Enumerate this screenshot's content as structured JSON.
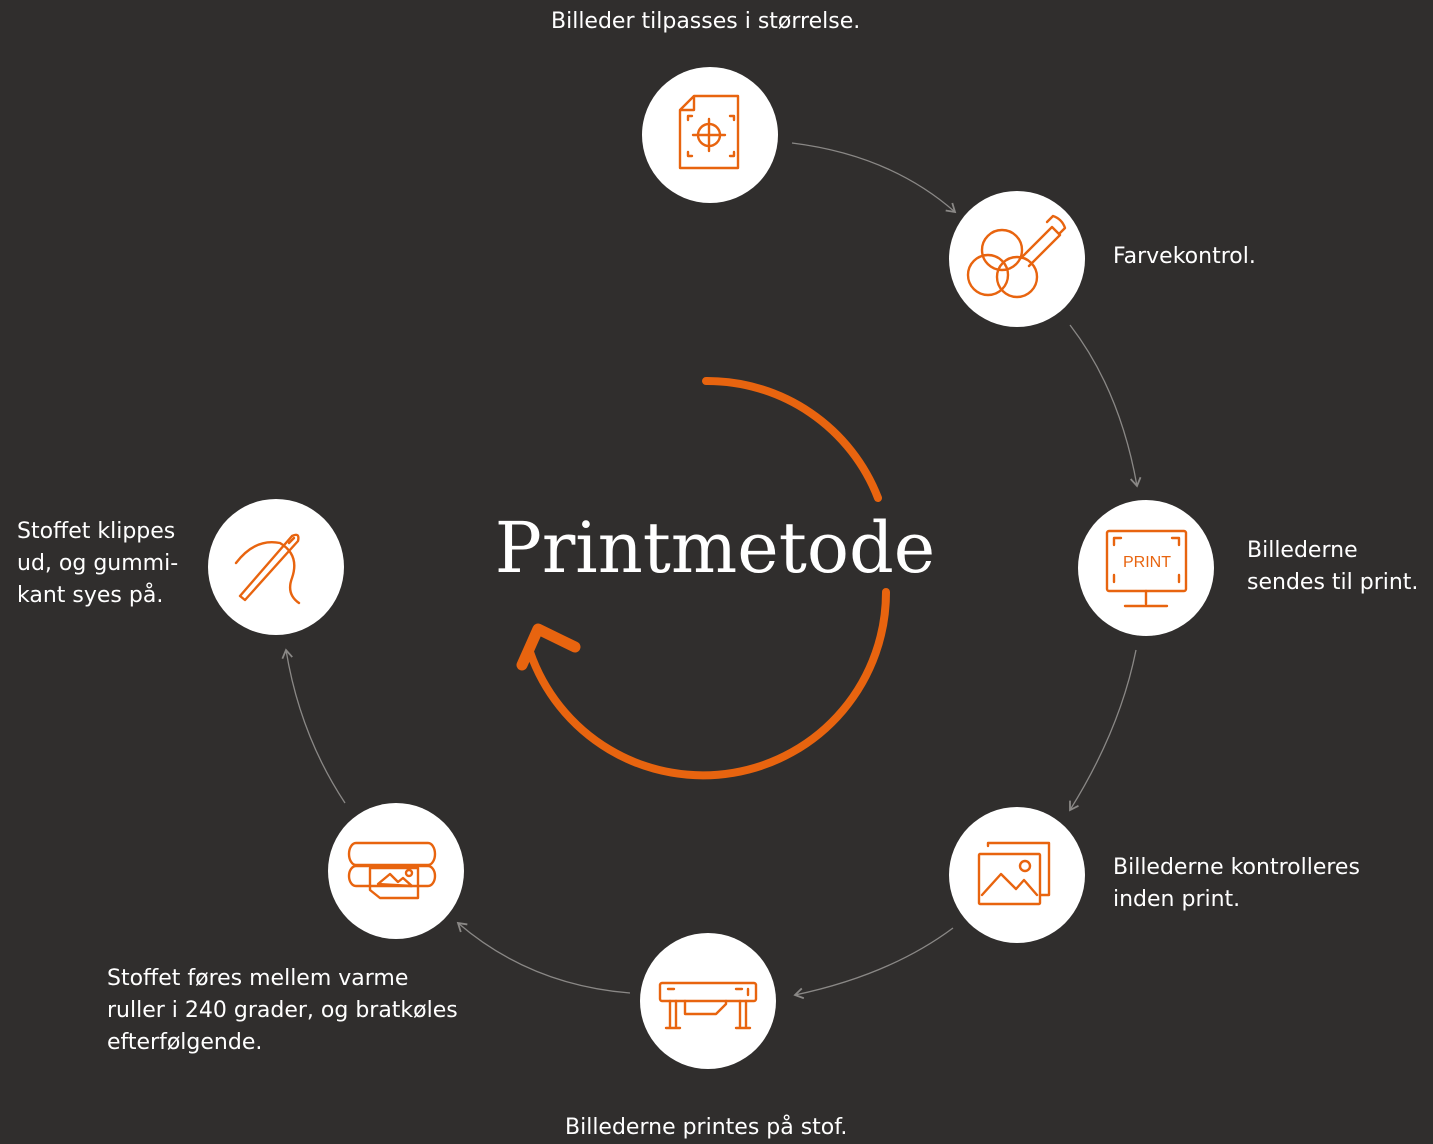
{
  "title": "Printmetode",
  "colors": {
    "background": "#302e2d",
    "accent": "#e8640f",
    "circle": "#ffffff",
    "arrow": "#8a8886",
    "text": "#ffffff"
  },
  "steps": [
    {
      "label": "Billeder tilpasses i størrelse.",
      "icon": "document-target-icon"
    },
    {
      "label": "Farvekontrol.",
      "icon": "color-circles-dropper-icon"
    },
    {
      "label": "Billederne\nsendes til print.",
      "icon": "print-monitor-icon",
      "icon_text": "PRINT"
    },
    {
      "label": "Billederne kontrolleres\ninden print.",
      "icon": "image-gallery-icon"
    },
    {
      "label": "Billederne printes på stof.",
      "icon": "large-format-printer-icon"
    },
    {
      "label": "Stoffet føres mellem varme\nruller i 240 grader, og bratkøles\nefterfølgende.",
      "icon": "heat-rollers-icon"
    },
    {
      "label": "Stoffet klippes\nud, og gummi-\nkant syes på.",
      "icon": "needle-thread-icon"
    }
  ]
}
